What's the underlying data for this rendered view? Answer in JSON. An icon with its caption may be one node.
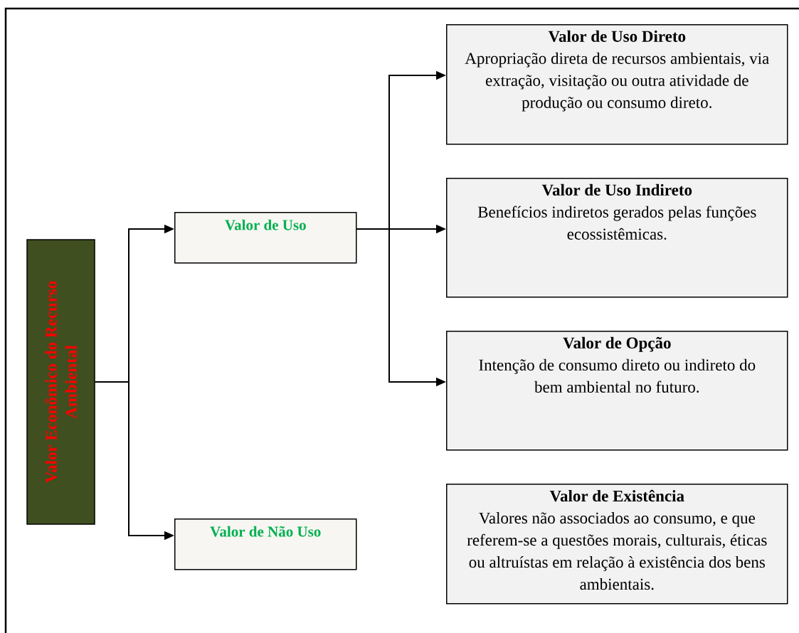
{
  "diagram": {
    "nodes": [
      {
        "text": [
          "Valor Econômico do Recurso Ambiental"
        ]
      },
      {
        "text": [
          "Valor de Uso"
        ]
      },
      {
        "text": [
          "Valor de Não Uso"
        ]
      },
      {
        "text": [
          "Valor de Uso Direto",
          "Apropriação direta de recursos ambientais, via extração, visitação ou outra atividade de produção ou consumo direto."
        ]
      },
      {
        "text": [
          "Valor de Uso Indireto",
          "Benefícios indiretos gerados pelas funções ecossistêmicas."
        ]
      },
      {
        "text": [
          "Valor de Opção",
          "Intenção de consumo direto ou indireto do bem ambiental no futuro."
        ]
      },
      {
        "text": [
          "Valor de Existência",
          "Valores não associados ao consumo, e que referem-se a questões morais, culturais, éticas ou altruístas em relação à existência dos bens ambientais."
        ]
      }
    ],
    "edges": [
      {
        "from": 0,
        "to": 1,
        "arrow": "to"
      },
      {
        "from": 0,
        "to": 2,
        "arrow": "to"
      },
      {
        "from": 1,
        "to": 3,
        "arrow": "to"
      },
      {
        "from": 1,
        "to": 4,
        "arrow": "to"
      },
      {
        "from": 1,
        "to": 5,
        "arrow": "to"
      }
    ]
  }
}
